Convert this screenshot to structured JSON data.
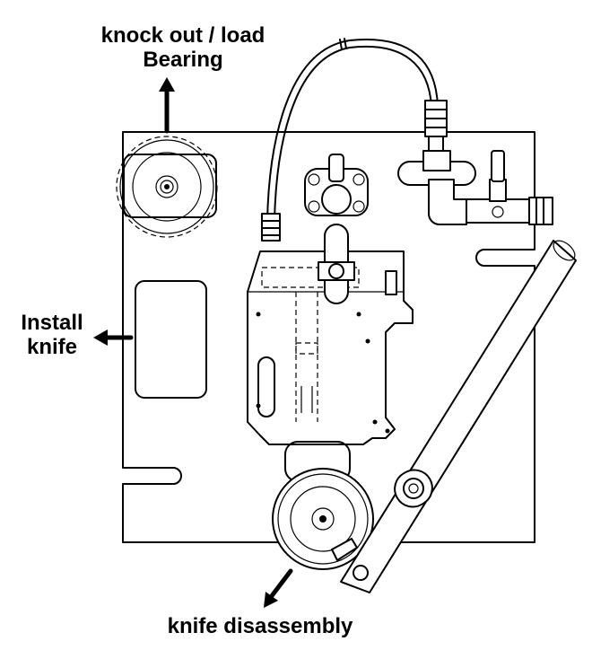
{
  "labels": {
    "bearing_line1": "knock out / load",
    "bearing_line2": "Bearing",
    "install_line1": "Install",
    "install_line2": "knife",
    "disassembly": "knife disassembly"
  },
  "icons": {
    "bearing_arrow": "arrow-up-icon",
    "install_arrow": "arrow-left-icon",
    "disassembly_arrow": "arrow-down-left-icon"
  }
}
